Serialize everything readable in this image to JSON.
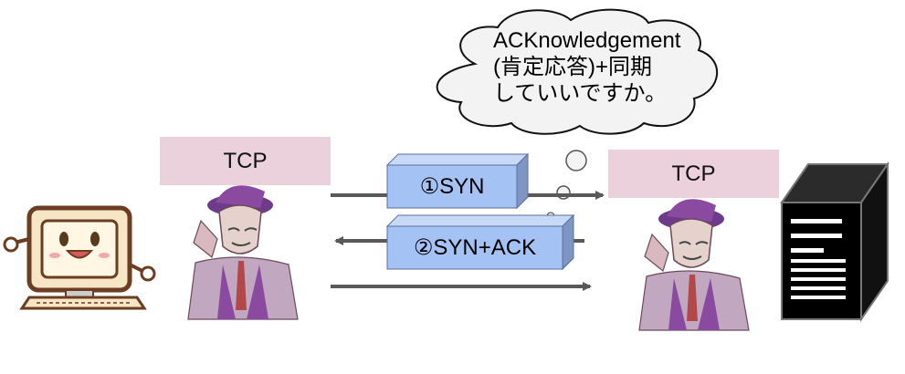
{
  "speech_bubble": {
    "text": "ACKnowledgement\n(肯定応答)+同期\nしていいですか。"
  },
  "client": {
    "label": "TCP",
    "label_bg": "#ead1dc",
    "icon": "smiling-computer-icon"
  },
  "server": {
    "label": "TCP",
    "label_bg": "#ead1dc",
    "icon": "server-tower-icon"
  },
  "messages": [
    {
      "label": "①SYN",
      "direction": "client-to-server"
    },
    {
      "label": "②SYN+ACK",
      "direction": "server-to-client"
    },
    {
      "label": "",
      "direction": "client-to-server"
    }
  ],
  "colors": {
    "box_fill": "#a4c2f4",
    "box_edge": "#5a6f9a",
    "arrow": "#595959",
    "character_purple": "#8a4aa0"
  }
}
